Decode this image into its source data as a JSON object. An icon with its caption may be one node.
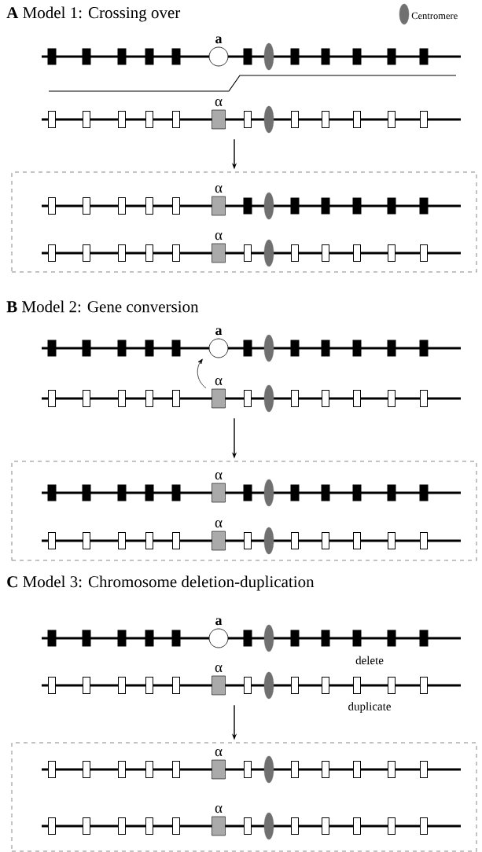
{
  "diagram": {
    "nodes": [
      {
        "text": [
          "a"
        ]
      },
      {
        "text": [
          "α"
        ]
      },
      {
        "text": [],
        "shape": "box"
      },
      {
        "text": [
          "α"
        ],
        "in": 2
      },
      {
        "text": [
          "α"
        ],
        "in": 2
      },
      {
        "text": [
          "a"
        ]
      },
      {
        "text": [
          "α"
        ]
      },
      {
        "text": [],
        "shape": "box"
      },
      {
        "text": [
          "α"
        ],
        "in": 7
      },
      {
        "text": [
          "α"
        ],
        "in": 7
      },
      {
        "text": [
          "a"
        ],
        "beside": [
          "delete"
        ]
      },
      {
        "text": [
          "α"
        ],
        "beside": [
          "duplicate"
        ]
      },
      {
        "text": [],
        "shape": "box"
      },
      {
        "text": [
          "α"
        ],
        "in": 12
      },
      {
        "text": [
          "α"
        ],
        "in": 12
      }
    ],
    "edges": [
      {
        "from": 1,
        "to": 2,
        "arrow": "to"
      },
      {
        "from": 6,
        "to": 5,
        "arrow": "to"
      },
      {
        "from": 6,
        "to": 7,
        "arrow": "to"
      },
      {
        "from": 11,
        "to": 12,
        "arrow": "to"
      }
    ],
    "labels": [
      "**A** Model 1: Crossing over",
      "**B** Model 2: Gene conversion",
      "**C** Model 3: Chromosome deletion-duplication"
    ],
    "legend": [
      {
        "text": "Centromere"
      }
    ]
  }
}
